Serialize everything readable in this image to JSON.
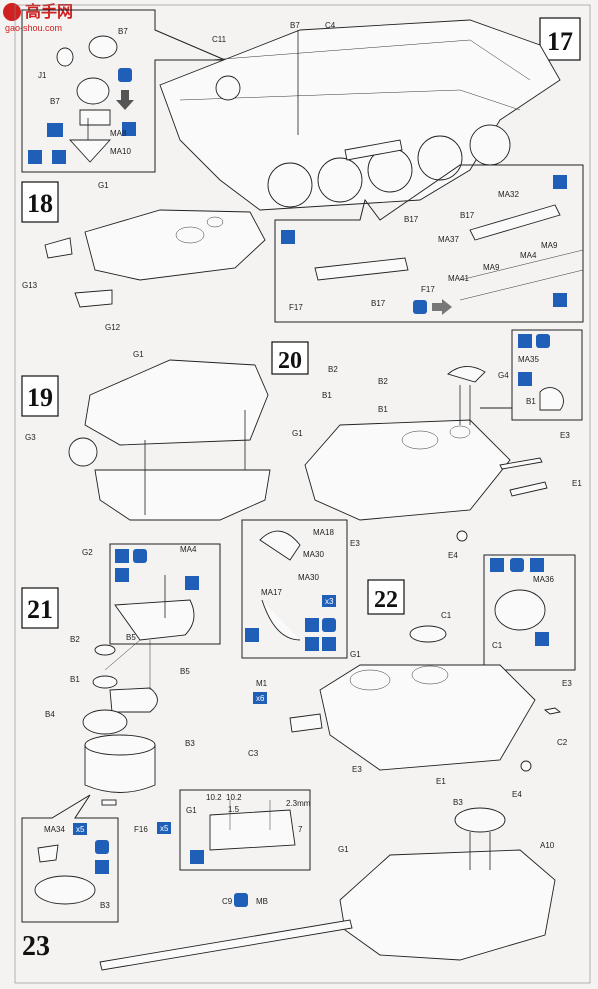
{
  "watermark": {
    "title": "高手网",
    "url": "gao-shou.com"
  },
  "steps": {
    "s17": {
      "number": "17",
      "labels": [
        "B7",
        "C11",
        "B7",
        "C4",
        "J1",
        "B7",
        "MA8",
        "MA10",
        "B17",
        "MA32",
        "B17",
        "MA37",
        "MA9",
        "MA4",
        "MA9",
        "MA41",
        "F17",
        "B17",
        "F17"
      ]
    },
    "s18": {
      "number": "18",
      "labels": [
        "G1",
        "G13",
        "G12"
      ]
    },
    "s19": {
      "number": "19",
      "labels": [
        "G1",
        "G3",
        "G2"
      ]
    },
    "s20": {
      "number": "20",
      "labels": [
        "B2",
        "B1",
        "B2",
        "B1",
        "G1",
        "G4",
        "MA35",
        "B1",
        "E3",
        "E1",
        "E3",
        "E4"
      ]
    },
    "s21": {
      "number": "21",
      "labels": [
        "MA4",
        "B5",
        "B2",
        "B1",
        "B5",
        "B4",
        "B3",
        "F16",
        "MA34",
        "B3",
        "G1"
      ],
      "counts": [
        "x5",
        "x5"
      ],
      "dims": [
        "10.2",
        "10.2",
        "1.5",
        "2.3mm",
        "7"
      ]
    },
    "s22": {
      "number": "22",
      "labels": [
        "MA18",
        "MA30",
        "MA30",
        "MA17",
        "M1",
        "C1",
        "C1",
        "MA36",
        "G1",
        "C3",
        "E3",
        "E1",
        "E4",
        "E3",
        "C2"
      ],
      "counts": [
        "x3",
        "x6"
      ]
    },
    "s23": {
      "number": "23",
      "labels": [
        "B3",
        "A10",
        "G1",
        "C9",
        "MB"
      ]
    }
  },
  "colors": {
    "icon": "#1f5fb8",
    "line": "#222222",
    "paper": "#f4f3f1",
    "watermark": "#d02020"
  },
  "icons": [
    "glue-icon",
    "paint-icon",
    "flip-icon",
    "cement-icon",
    "decal-icon"
  ]
}
